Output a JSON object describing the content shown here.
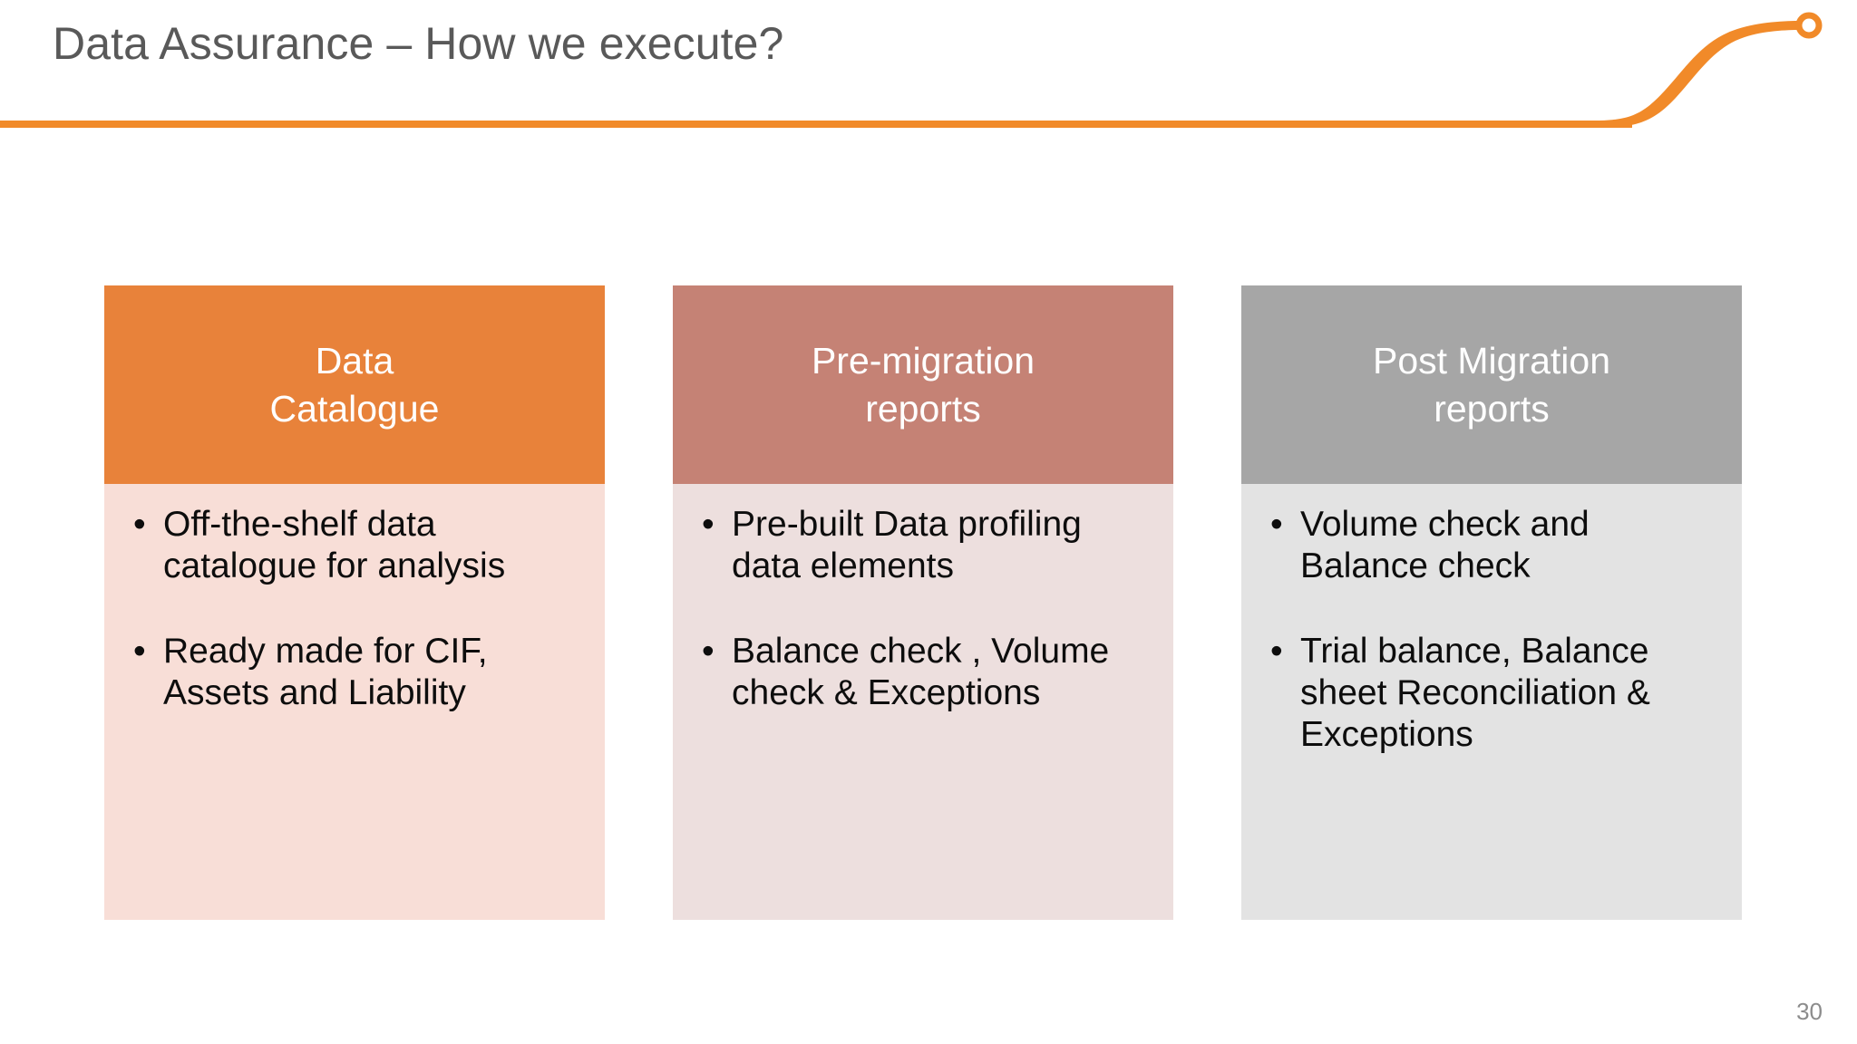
{
  "slide": {
    "title": "Data Assurance – How we execute?",
    "page_number": "30",
    "accent_color": "#F18A29",
    "title_color": "#595959"
  },
  "decoration": {
    "rule_name": "orange-header-rule",
    "swoosh_name": "orange-swoosh-curve",
    "ring_name": "orange-ring-endpoint",
    "swoosh_color": "#F18A29"
  },
  "cards": [
    {
      "header": "Data\nCatalogue",
      "header_line_1": "Data",
      "header_line_2": "Catalogue",
      "header_color": "#E8823A",
      "body_color": "#F8DED7",
      "bullets": [
        "Off-the-shelf data catalogue for analysis",
        "Ready made for CIF, Assets and Liability"
      ]
    },
    {
      "header": "Pre-migration\nreports",
      "header_line_1": "Pre-migration",
      "header_line_2": "reports",
      "header_color": "#C58275",
      "body_color": "#EDDFDE",
      "bullets": [
        "Pre-built Data profiling data elements",
        "Balance check , Volume check & Exceptions"
      ]
    },
    {
      "header": "Post Migration\nreports",
      "header_line_1": "Post Migration",
      "header_line_2": "reports",
      "header_color": "#A6A6A6",
      "body_color": "#E3E3E3",
      "bullets": [
        "Volume check and Balance check",
        "Trial balance, Balance sheet Reconciliation & Exceptions"
      ]
    }
  ],
  "bullet_glyph": "•"
}
